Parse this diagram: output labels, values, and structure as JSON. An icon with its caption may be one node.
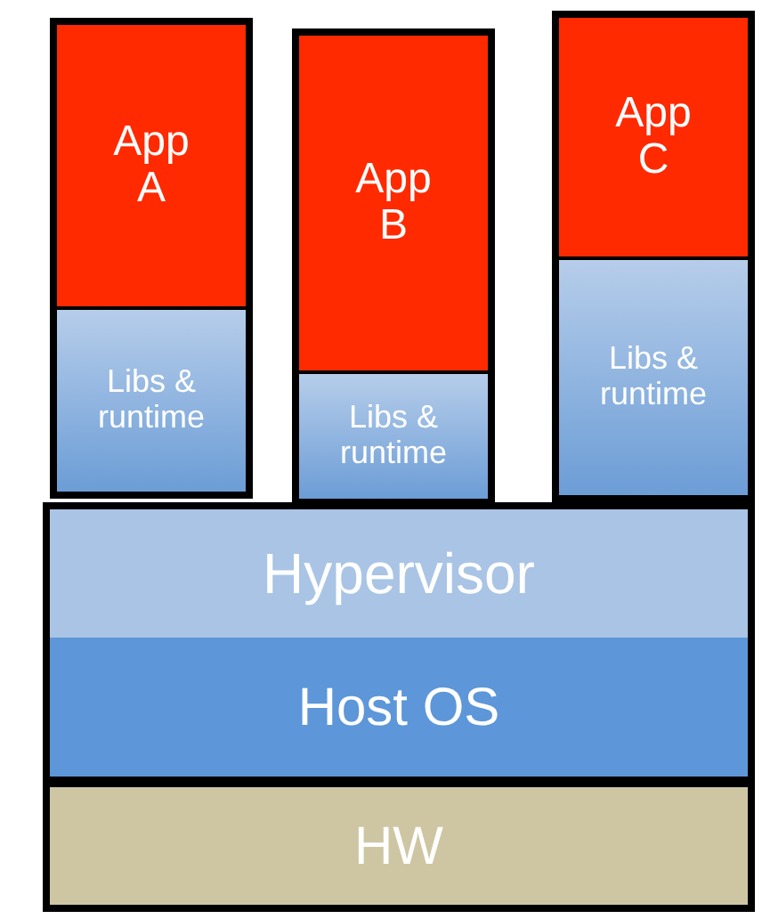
{
  "diagram": {
    "nodes": [
      {
        "text": [
          "App A"
        ]
      },
      {
        "text": [
          "Libs & runtime"
        ]
      },
      {
        "text": [
          "App B"
        ]
      },
      {
        "text": [
          "Libs & runtime"
        ]
      },
      {
        "text": [
          "App C"
        ]
      },
      {
        "text": [
          "Libs & runtime"
        ]
      },
      {
        "text": [
          "Hypervisor"
        ]
      },
      {
        "text": [
          "Host OS"
        ]
      },
      {
        "text": [
          "HW"
        ]
      }
    ],
    "edges": []
  }
}
